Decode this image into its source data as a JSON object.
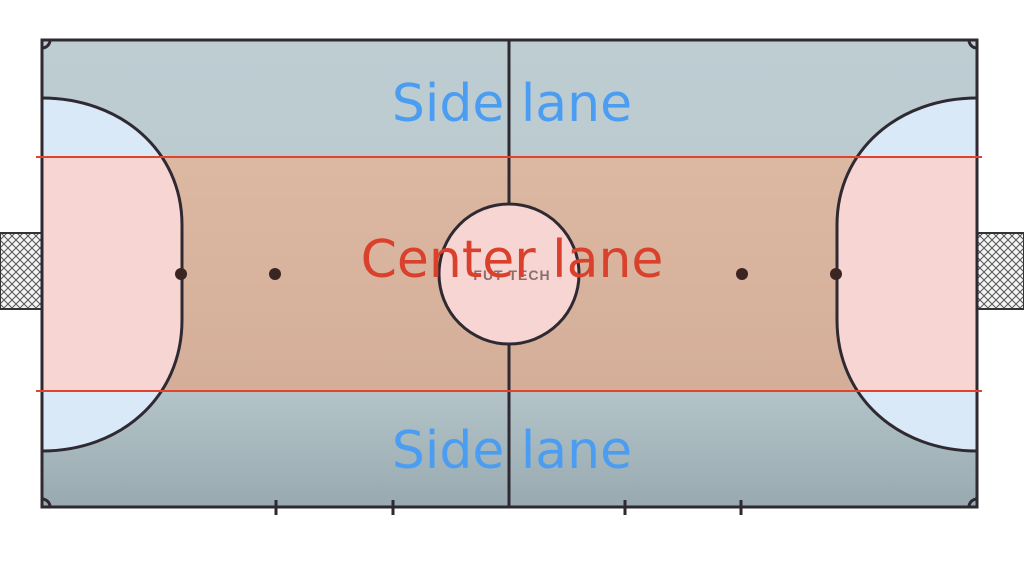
{
  "labels": {
    "side_top": "Side lane",
    "side_bottom": "Side lane",
    "center": "Center lane",
    "brand": "FUT TECH"
  },
  "colors": {
    "court": "#bdcdd2",
    "court_bottom": "#98aab0",
    "center_lane": "#dcb8a2",
    "penalty_area": "#d9e9f8",
    "penalty_in_center": "#f6d5d3",
    "center_circle": "#f6d5d3",
    "lines": "#2f2a32",
    "lane_lines": "#e0432e",
    "side_label": "#4b9df2",
    "center_label": "#d9412d",
    "brand": "#8a6f6c",
    "net": "#555555"
  }
}
